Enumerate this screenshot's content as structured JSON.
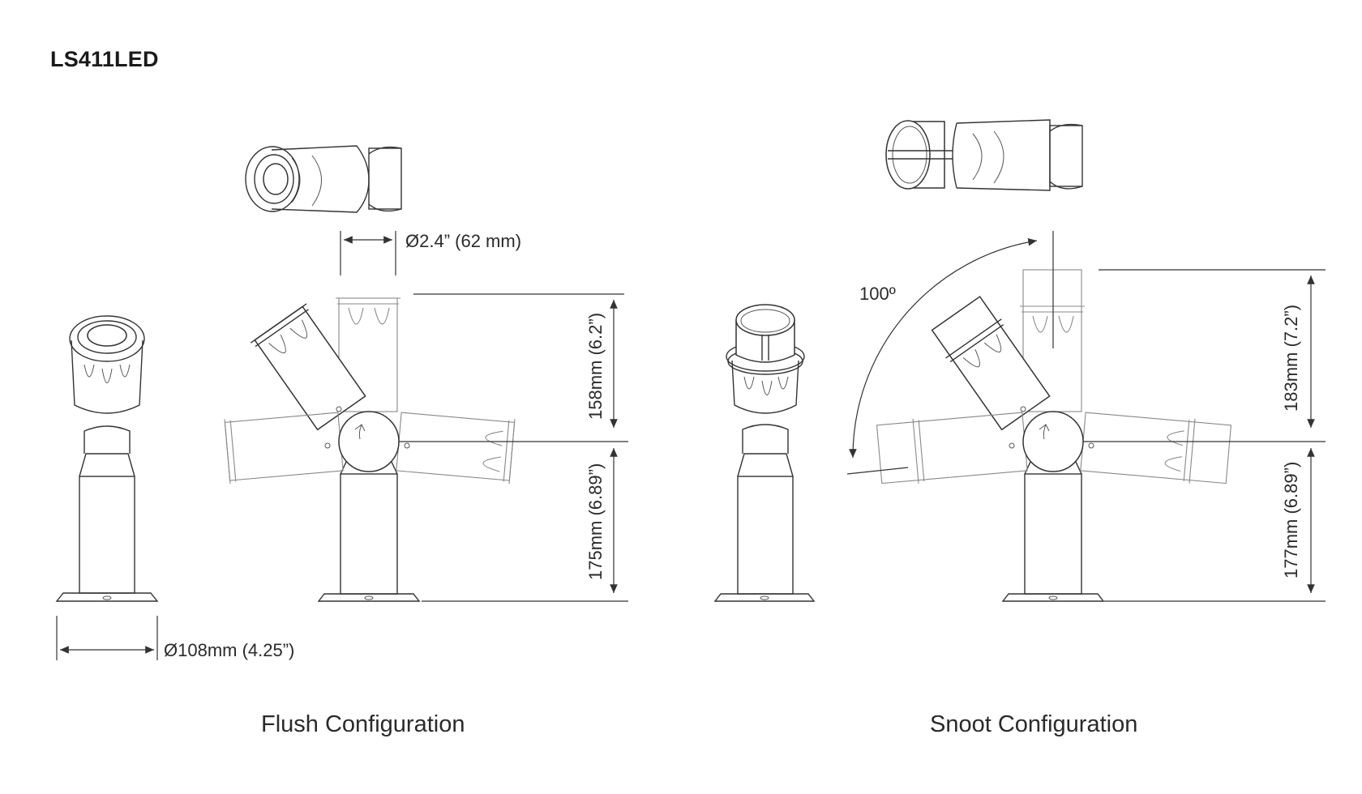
{
  "title": "LS411LED",
  "dimensions": {
    "flush_head_diameter": "Ø2.4” (62 mm)",
    "base_diameter": "Ø108mm (4.25”)",
    "flush_upper_height": "158mm (6.2”)",
    "flush_lower_height": "175mm (6.89”)",
    "rotation_angle": "100º",
    "snoot_upper_height": "183mm (7.2”)",
    "snoot_lower_height": "177mm (6.89”)"
  },
  "captions": {
    "flush": "Flush Configuration",
    "snoot": "Snoot Configuration"
  }
}
